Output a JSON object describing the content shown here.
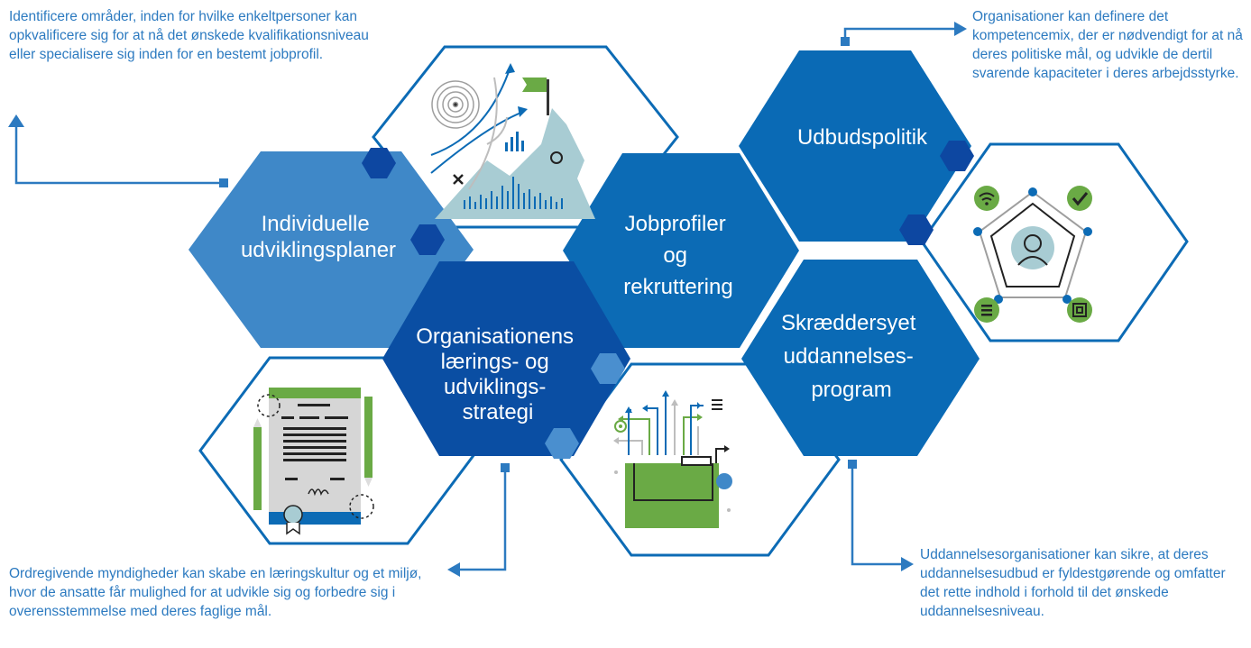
{
  "hexagons": {
    "individual_plans": [
      "Individuelle",
      "udviklingsplaner"
    ],
    "jobprofiles": [
      "Jobprofiler",
      "og",
      "rekruttering"
    ],
    "supply_policy": [
      "Udbudspolitik"
    ],
    "learning_strategy": [
      "Organisationens",
      "lærings- og",
      "udviklings-",
      "strategi"
    ],
    "tailored_program": [
      "Skræddersyet",
      "uddannelses-",
      "program"
    ]
  },
  "notes": {
    "top_left": "Identificere områder, inden for hvilke enkeltpersoner kan opkvalificere sig for at nå det ønskede kvalifikationsniveau eller specialisere sig inden for en bestemt jobprofil.",
    "top_right": "Organisationer kan definere det kompetencemix, der er nødvendigt for at nå deres politiske mål, og udvikle de dertil svarende kapaciteter i deres arbejdsstyrke.",
    "bottom_left": "Ordregivende myndigheder kan skabe en læringskultur og et miljø, hvor de ansatte får mulighed for at udvikle sig og forbedre sig i overensstemmelse med deres faglige mål.",
    "bottom_right": "Uddannelsesorganisationer kan sikre, at deres uddannelsesudbud er fyldestgørende og omfatter det rette indhold i forhold til det ønskede uddannelsesniveau."
  },
  "colors": {
    "light_blue": "#3f88c8",
    "mid_blue": "#0c6bb5",
    "dark_blue": "#0a4ea3",
    "navy": "#0d47a1",
    "text_blue": "#2c7ac0",
    "green": "#6aaa45",
    "light_green": "#9fc978",
    "grey": "#bdbdbd"
  },
  "icons": [
    "target-icon",
    "flag-icon",
    "mountain-chart-icon",
    "certificate-icon",
    "user-pentagon-icon",
    "wifi-icon",
    "check-icon",
    "list-icon",
    "qr-icon",
    "briefcase-arrows-icon"
  ]
}
